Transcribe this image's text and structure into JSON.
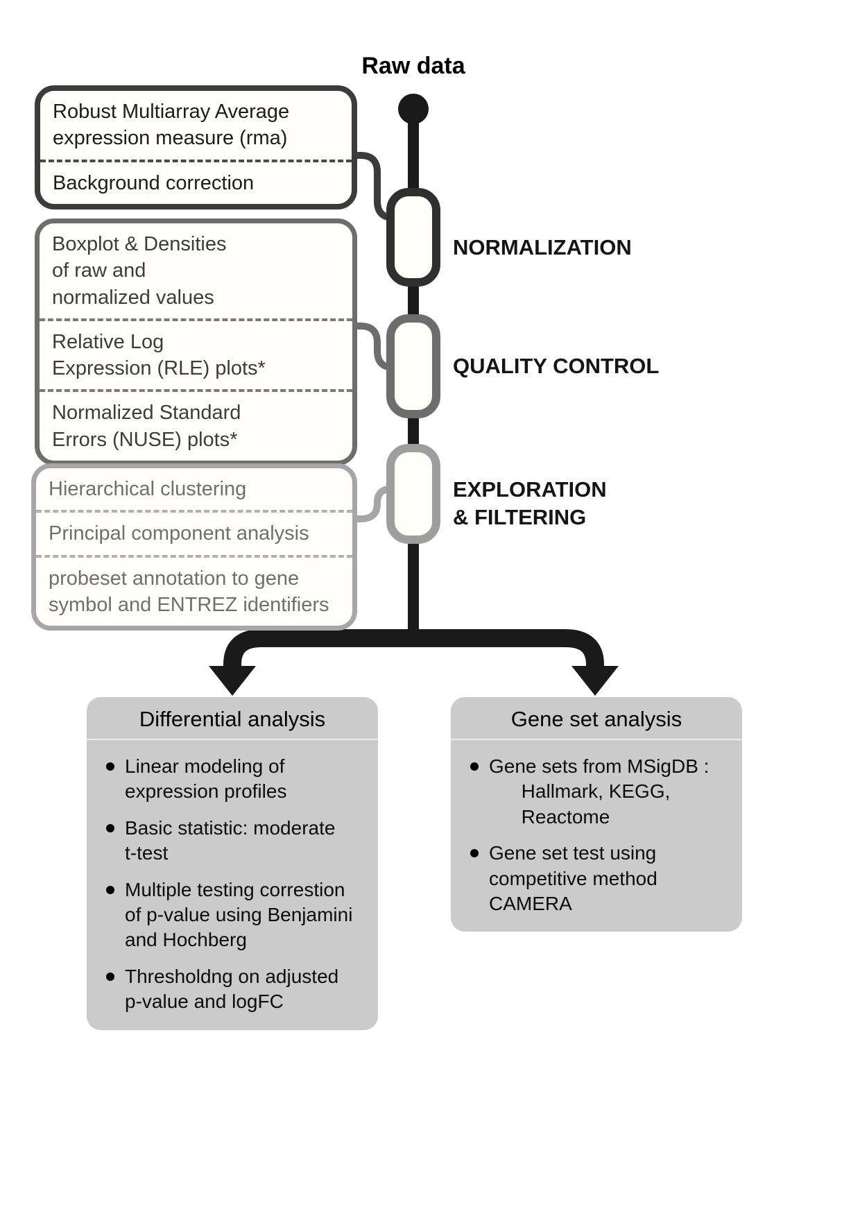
{
  "title": "Raw data",
  "pipeline": {
    "stages": [
      {
        "label": "NORMALIZATION"
      },
      {
        "label": "QUALITY CONTROL"
      },
      {
        "label": "EXPLORATION\n& FILTERING"
      }
    ],
    "boxes": [
      {
        "sections": [
          "Robust Multiarray Average\nexpression measure (rma)",
          "Background correction"
        ]
      },
      {
        "sections": [
          "Boxplot & Densities\nof raw and\nnormalized values",
          "Relative Log\nExpression (RLE) plots*",
          "Normalized Standard\nErrors (NUSE) plots*"
        ]
      },
      {
        "sections": [
          "Hierarchical clustering",
          "Principal component analysis",
          "probeset annotation to gene\nsymbol and ENTREZ identifiers"
        ]
      }
    ]
  },
  "analyses": [
    {
      "title": "Differential analysis",
      "bullets": [
        "Linear modeling of\nexpression profiles",
        "Basic statistic: moderate\nt-test",
        "Multiple testing correstion\nof p-value using Benjamini\nand Hochberg",
        "Thresholdng on adjusted\np-value and logFC"
      ]
    },
    {
      "title": "Gene set analysis",
      "bullets": [
        "Gene sets from MSigDB :\n      Hallmark, KEGG,\n      Reactome",
        "Gene set test using\ncompetitive method\nCAMERA"
      ]
    }
  ],
  "colors": {
    "line": "#1a1a1a",
    "box_dark": "#3b3b3b",
    "box_mid": "#6d6d6d",
    "box_light": "#a6a6a6",
    "panel_gray": "#cbcbcb"
  }
}
